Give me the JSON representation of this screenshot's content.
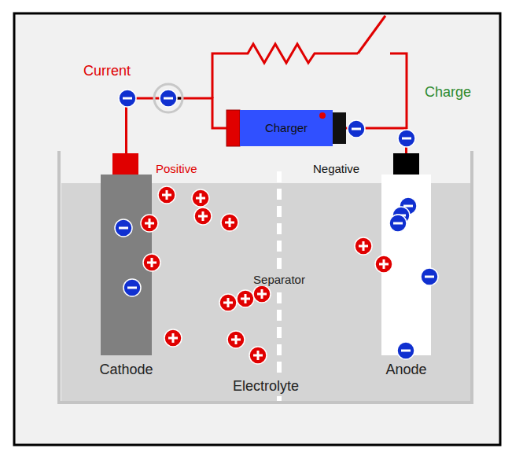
{
  "diagram": {
    "nodes": [
      {
        "text": [
          "Charger"
        ]
      },
      {
        "text": [
          "Electrolyte"
        ]
      },
      {
        "text": [
          "Cathode"
        ],
        "in": 1
      },
      {
        "text": [
          "Anode"
        ],
        "in": 1
      }
    ],
    "edges": [
      {
        "from": 2,
        "to": 0,
        "arrow": "none"
      },
      {
        "from": 0,
        "to": 3,
        "arrow": "none"
      }
    ],
    "labels": [
      "Current",
      "Charge",
      "Positive",
      "Negative",
      "Separator"
    ]
  }
}
